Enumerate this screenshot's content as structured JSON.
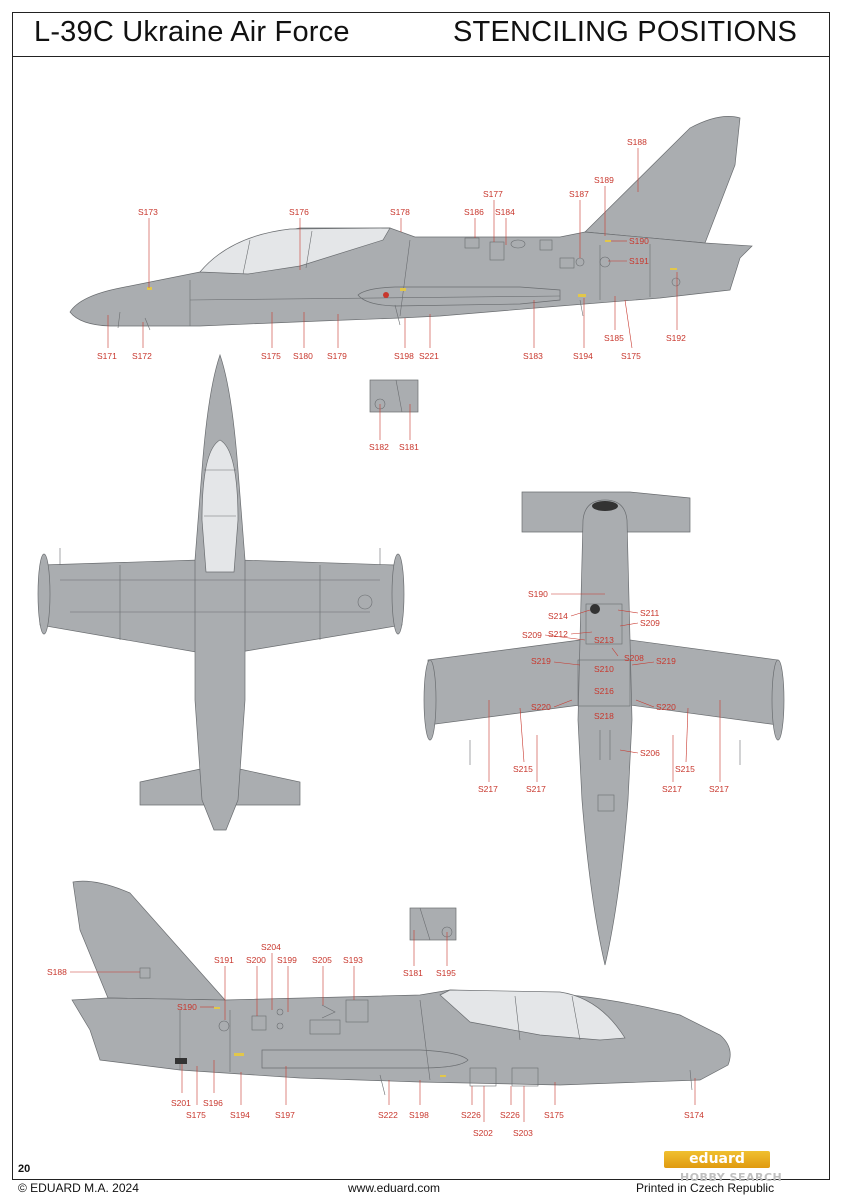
{
  "header": {
    "title_left": "L-39C Ukraine Air Force",
    "title_right": "STENCILING POSITIONS"
  },
  "views": {
    "left_side": [
      "S173",
      "S176",
      "S178",
      "S177",
      "S186",
      "S184",
      "S187",
      "S189",
      "S188",
      "S190",
      "S191",
      "S171",
      "S172",
      "S175",
      "S180",
      "S179",
      "S198",
      "S221",
      "S183",
      "S194",
      "S185",
      "S175",
      "S192"
    ],
    "left_detail": [
      "S182",
      "S181"
    ],
    "underside": [
      "S190",
      "S214",
      "S211",
      "S209",
      "S209",
      "S212",
      "S213",
      "S208",
      "S219",
      "S219",
      "S210",
      "S216",
      "S220",
      "S220",
      "S218",
      "S206",
      "S215",
      "S215",
      "S217",
      "S217",
      "S217",
      "S217"
    ],
    "right_side": [
      "S188",
      "S191",
      "S204",
      "S200",
      "S199",
      "S205",
      "S193",
      "S190",
      "S201",
      "S175",
      "S196",
      "S194",
      "S197",
      "S222",
      "S198",
      "S226",
      "S226",
      "S175",
      "S174",
      "S202",
      "S203"
    ],
    "right_detail": [
      "S181",
      "S195"
    ]
  },
  "footer": {
    "page_number": "20",
    "copyright": "© EDUARD M.A. 2024",
    "website": "www.eduard.com",
    "printed": "Printed in Czech Republic",
    "brand": "eduard",
    "watermark": "HOBBY SEARCH"
  },
  "colors": {
    "aircraft_grey": "#aaadb0",
    "panel_line": "#6a6d70",
    "label_red": "#c8372d",
    "stencil_yellow": "#e2c74a"
  }
}
